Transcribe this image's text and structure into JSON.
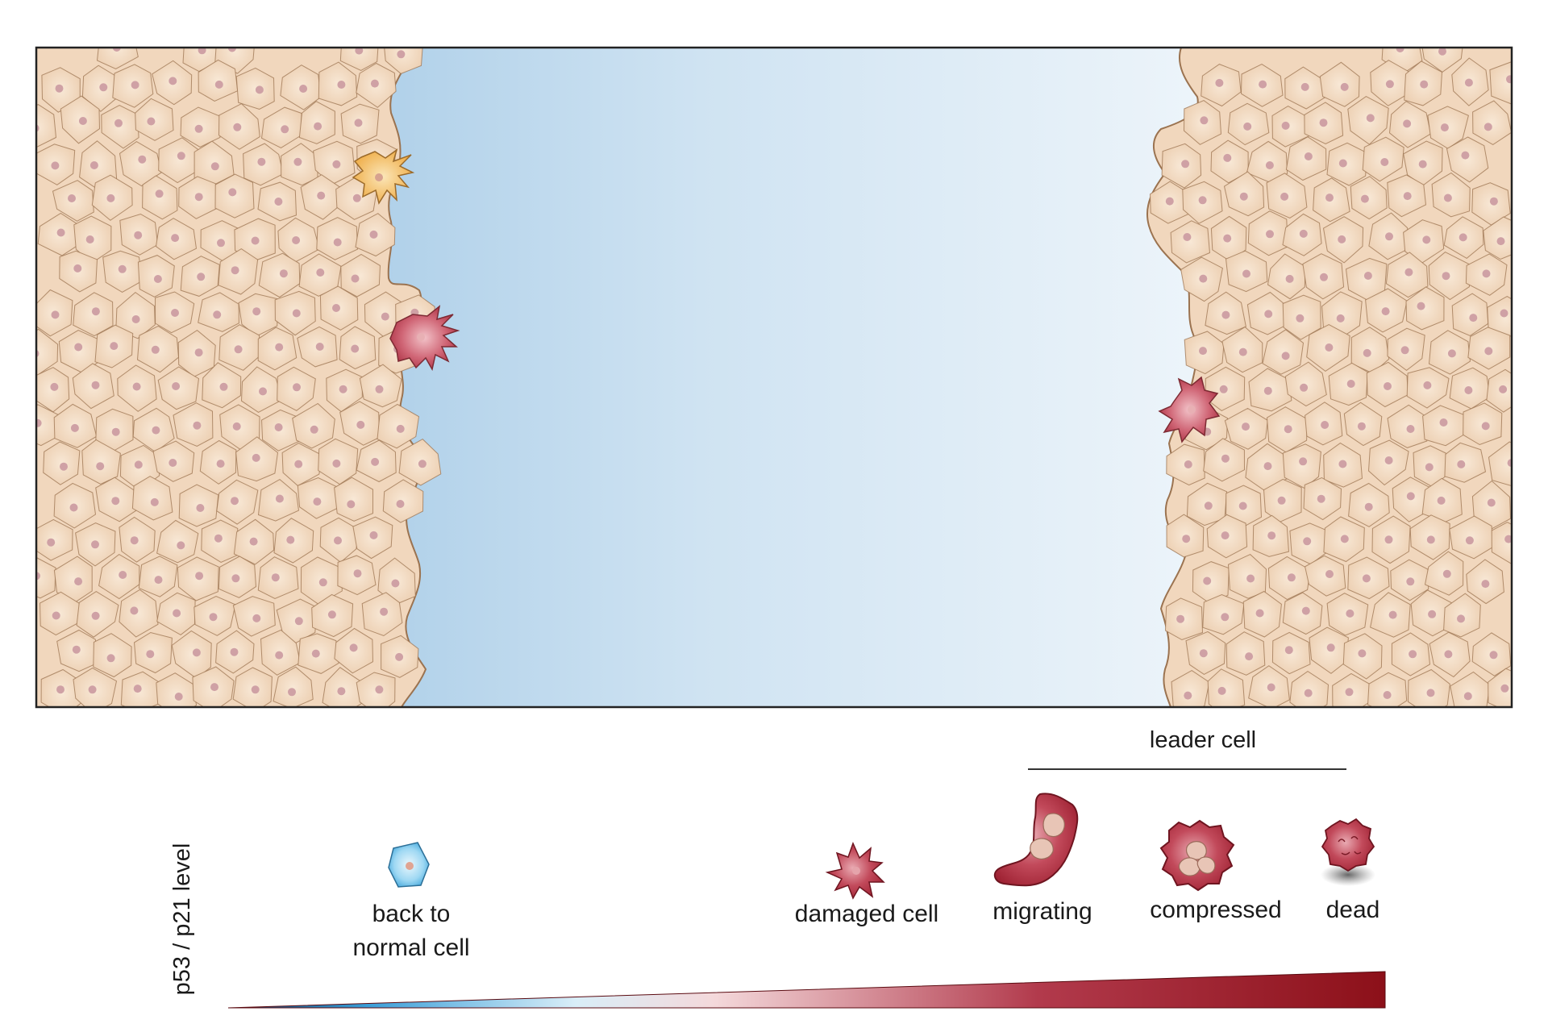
{
  "figure": {
    "colors": {
      "tissue_fill": "#f1d7bd",
      "tissue_edge": "#9b7350",
      "nucleus": "#cfa1a5",
      "gap_dark": "#8fbde0",
      "gap_light": "#ffffff",
      "damaged": "#b23a4c",
      "stressed_yellow": "#f0b046",
      "normal_blue": "#58b9e8",
      "dark_red": "#8c1019"
    },
    "leader_cell_label": "leader cell",
    "axis_label": "p53 / p21 level",
    "stages": [
      {
        "id": "normal",
        "icon": "blue-normal-cell-icon",
        "line1": "back to",
        "line2": "normal cell"
      },
      {
        "id": "damaged",
        "icon": "spiky-damaged-cell-icon",
        "line1": "damaged cell",
        "line2": ""
      },
      {
        "id": "migrating",
        "icon": "migrating-cell-icon",
        "line1": "migrating",
        "line2": ""
      },
      {
        "id": "compressed",
        "icon": "compressed-cell-icon",
        "line1": "compressed",
        "line2": ""
      },
      {
        "id": "dead",
        "icon": "dead-cell-icon",
        "line1": "dead",
        "line2": ""
      }
    ]
  }
}
